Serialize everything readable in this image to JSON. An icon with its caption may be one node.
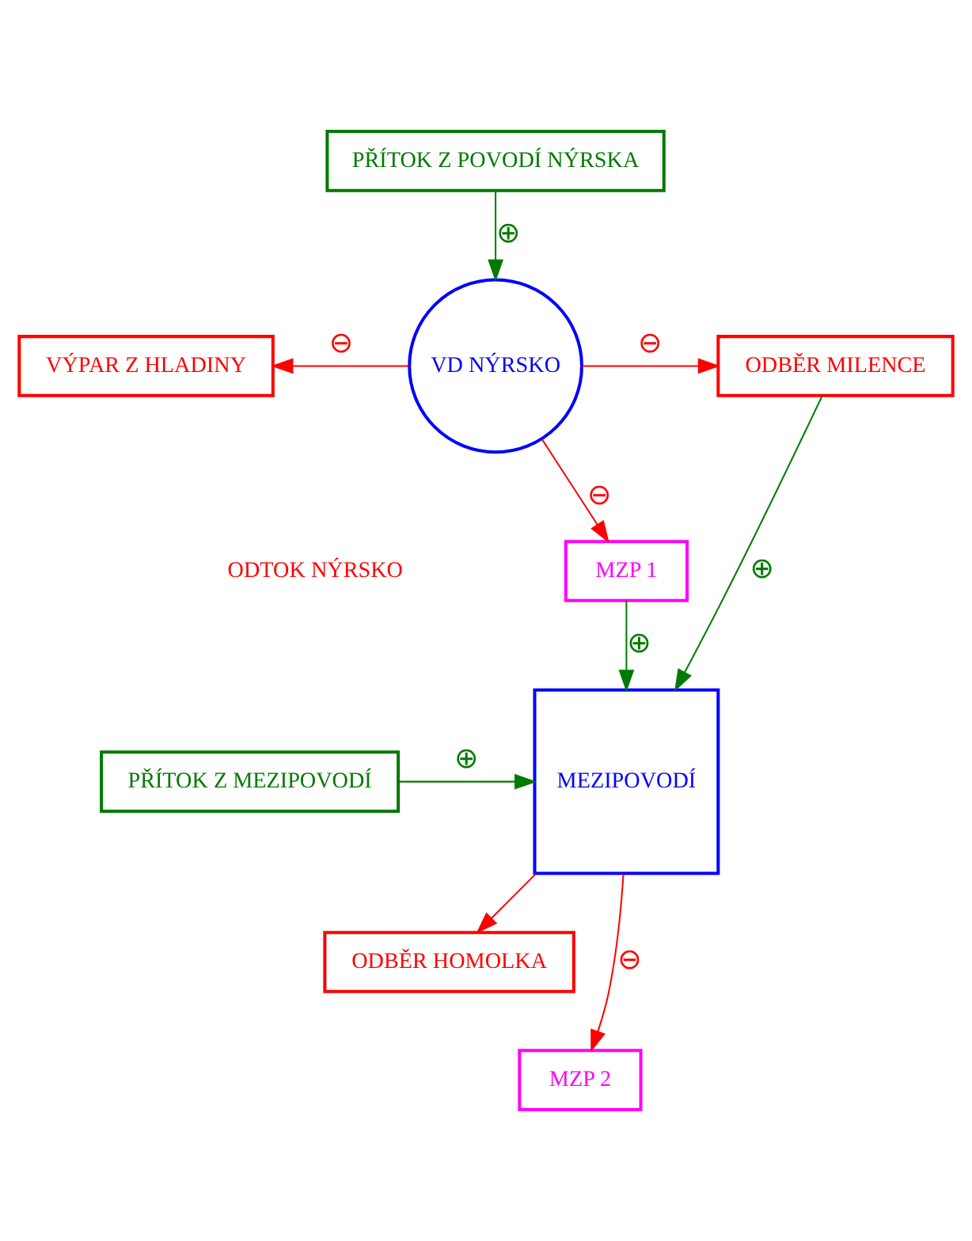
{
  "diagram": {
    "nodes": [
      {
        "text": [
          "PŘÍTOK Z POVODÍ NÝRSKA"
        ]
      },
      {
        "text": [
          "VÝPAR Z HLADINY"
        ]
      },
      {
        "text": [
          "VD NÝRSKO"
        ]
      },
      {
        "text": [
          "ODBĚR MILENCE"
        ]
      },
      {
        "text": [
          "MZP 1"
        ]
      },
      {
        "text": [
          "PŘÍTOK Z MEZIPOVODÍ"
        ]
      },
      {
        "text": [
          "MEZIPOVODÍ"
        ]
      },
      {
        "text": [
          "ODBĚR HOMOLKA"
        ]
      },
      {
        "text": [
          "MZP 2"
        ]
      }
    ],
    "edges": [
      {
        "from": 0,
        "to": 2,
        "arrow": "to",
        "label": "⊕",
        "color": "#007a00"
      },
      {
        "from": 2,
        "to": 1,
        "arrow": "to",
        "label": "⊖"
      },
      {
        "from": 2,
        "to": 3,
        "arrow": "to",
        "label": "⊖"
      },
      {
        "from": 2,
        "to": 4,
        "arrow": "to",
        "label": "⊖"
      },
      {
        "from": 4,
        "to": 6,
        "arrow": "to",
        "label": "⊕",
        "color": "#007a00"
      },
      {
        "from": 3,
        "to": 6,
        "arrow": "to",
        "label": "⊕",
        "color": "#007a00"
      },
      {
        "from": 5,
        "to": 6,
        "arrow": "to",
        "label": "⊕",
        "color": "#007a00"
      },
      {
        "from": 6,
        "to": 7,
        "arrow": "to"
      },
      {
        "from": 6,
        "to": 8,
        "arrow": "to",
        "label": "⊖"
      }
    ],
    "labels": [
      "ODTOK NÝRSKO"
    ]
  }
}
